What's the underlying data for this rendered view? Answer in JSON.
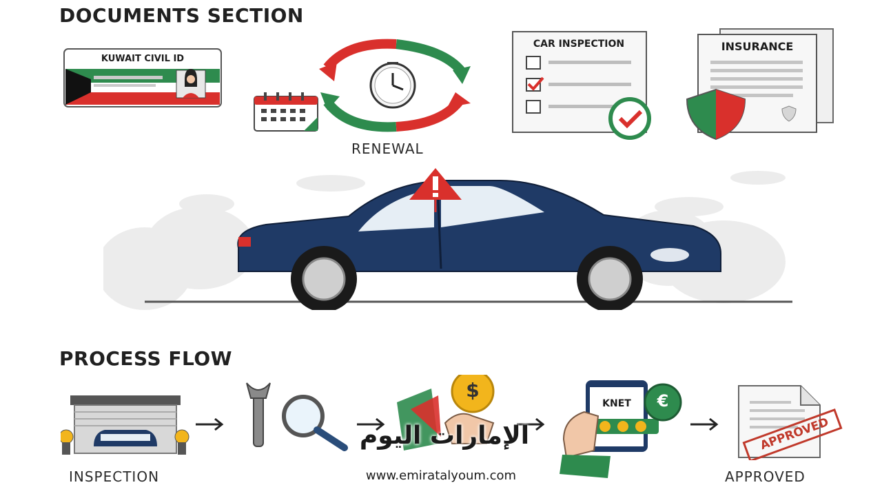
{
  "documents": {
    "heading": "DOCUMENTS SECTION",
    "civil_id_title": "KUWAIT CIVIL ID",
    "renewal_label": "RENEWAL",
    "car_inspection_title": "CAR INSPECTION",
    "insurance_title": "INSURANCE"
  },
  "process": {
    "heading": "PROCESS FLOW",
    "steps": {
      "inspection": "INSPECTION",
      "knet": "KNET",
      "approved": "APPROVED",
      "stamp": "APPROVED",
      "dollar": "$",
      "euro": "€"
    }
  },
  "watermark": {
    "arabic": "الإمارات اليوم",
    "url": "www.emiratalyoum.com"
  },
  "colors": {
    "kuwait_green": "#2e8b4e",
    "kuwait_red": "#d9302c",
    "car_navy": "#1f3a66",
    "warning_red": "#d9302c",
    "stamp_red": "#c0392b",
    "coin_gold": "#f2b51c"
  }
}
